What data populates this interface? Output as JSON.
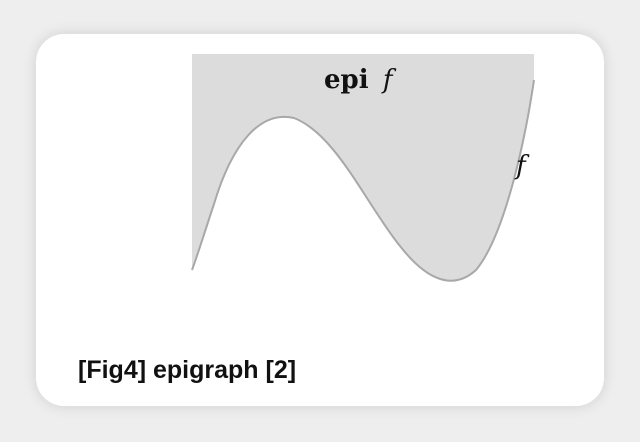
{
  "figure": {
    "epi_label_word": "epi",
    "epi_label_fn": "f",
    "curve_label": "f",
    "colors": {
      "region_fill": "#dcdcdc",
      "curve_stroke": "#a8a8a8",
      "card_background": "#ffffff",
      "page_background": "#eeeeee"
    }
  },
  "caption": "[Fig4] epigraph [2]"
}
